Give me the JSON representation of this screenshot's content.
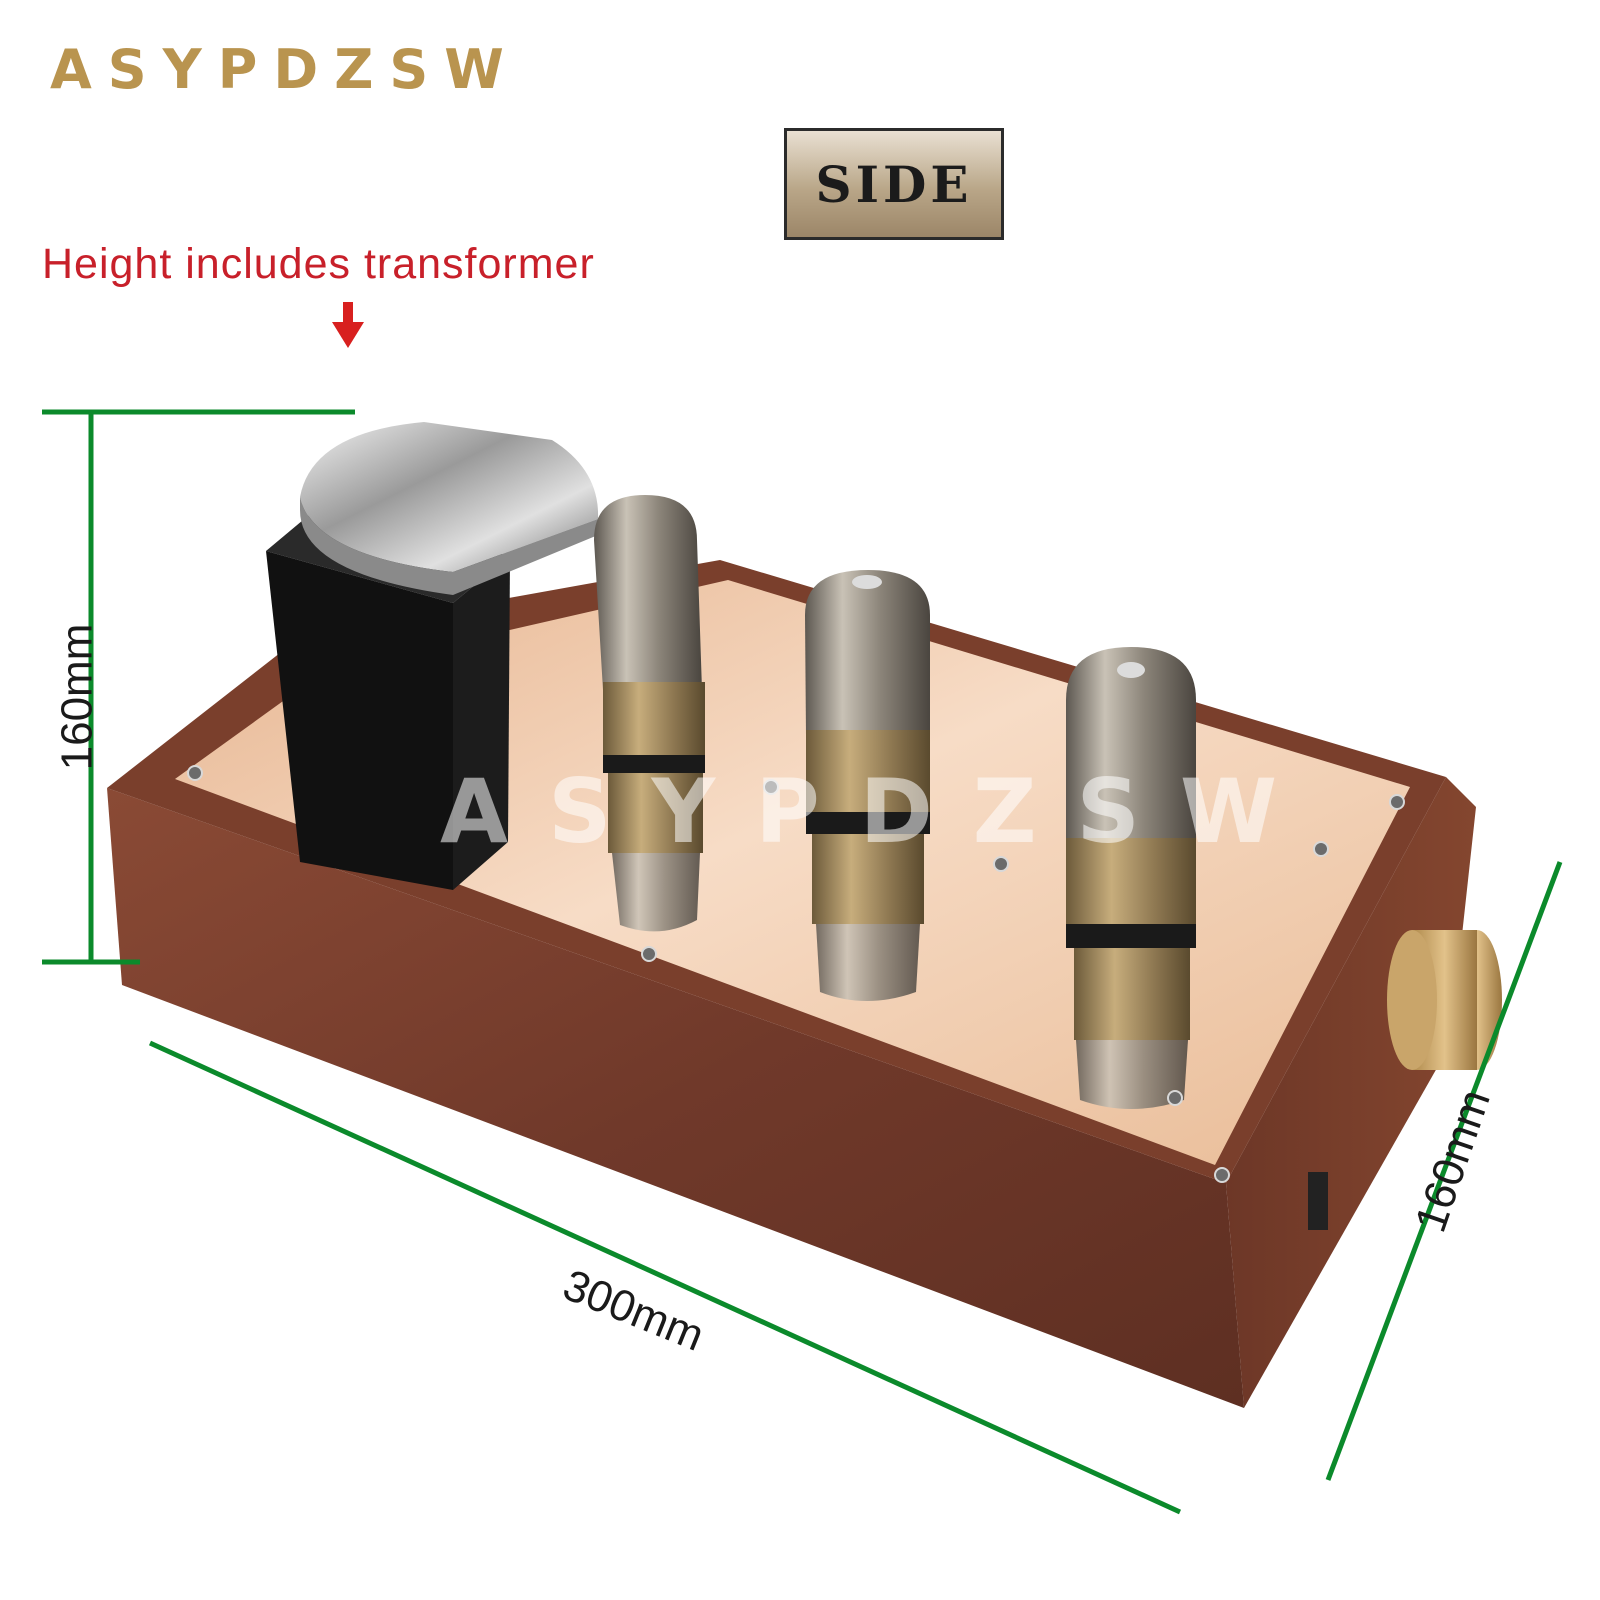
{
  "brand": "ASYPDZSW",
  "view_badge": "SIDE",
  "height_note": "Height includes transformer",
  "watermark": "ASYPDZSW",
  "dimensions": {
    "height": "160mm",
    "length": "300mm",
    "width": "160mm"
  },
  "colors": {
    "brand": "#b9944f",
    "note": "#c8202a",
    "dimension_lines": "#0b8a2b",
    "wood": "#7b3f2c"
  },
  "icons": [
    "down-arrow-icon"
  ]
}
